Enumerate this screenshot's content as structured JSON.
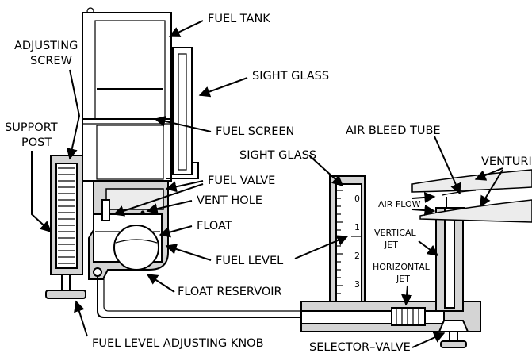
{
  "labels": {
    "fuel_tank": "FUEL TANK",
    "adjusting_screw_1": "ADJUSTING",
    "adjusting_screw_2": "SCREW",
    "sight_glass_top": "SIGHT GLASS",
    "support_post_1": "SUPPORT",
    "support_post_2": "POST",
    "fuel_screen": "FUEL SCREEN",
    "air_bleed_tube": "AIR BLEED TUBE",
    "venturi": "VENTURI",
    "sight_glass_right": "SIGHT GLASS",
    "fuel_valve": "FUEL VALVE",
    "vent_hole": "VENT HOLE",
    "air_flow": "AIR FLOW",
    "float": "FLOAT",
    "vertical_jet_1": "VERTICAL",
    "vertical_jet_2": "JET",
    "horizontal_jet_1": "HORIZONTAL",
    "horizontal_jet_2": "JET",
    "fuel_level": "FUEL LEVEL",
    "float_reservoir": "FLOAT RESERVOIR",
    "fuel_level_adjusting_knob": "FUEL LEVEL ADJUSTING KNOB",
    "selector_valve": "SELECTOR–VALVE"
  },
  "scale": [
    "0",
    "1",
    "2",
    "3"
  ]
}
